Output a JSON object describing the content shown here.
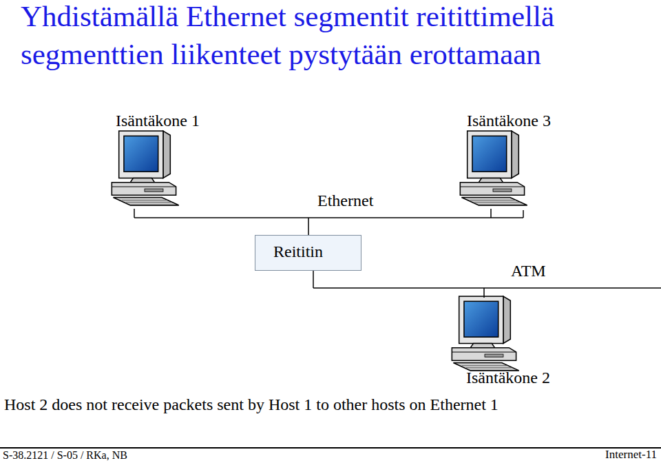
{
  "diagram": {
    "title": "Yhdistämällä Ethernet segmentit reitittimellä segmenttien liikenteet pystytään erottamaan",
    "caption": "Host 2 does not receive packets sent by Host 1 to other hosts on Ethernet 1",
    "nodes": [
      {
        "text": [
          "Reititin"
        ]
      }
    ],
    "labels": [
      "Isäntäkone 1",
      "Isäntäkone 3",
      "Ethernet",
      "ATM",
      "Isäntäkone 2",
      "S-38.2121 / S-05 / RKa, NB",
      "Internet-11"
    ]
  }
}
